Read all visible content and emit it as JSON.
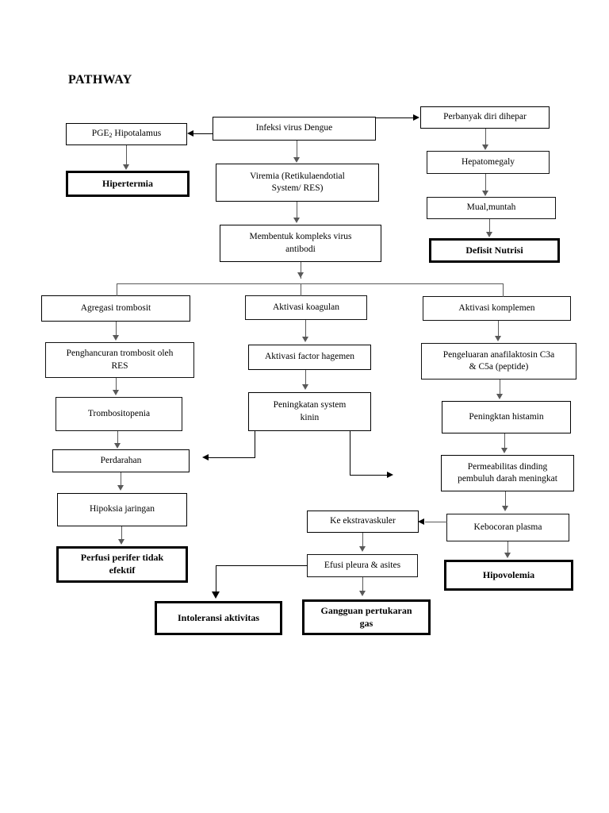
{
  "page": {
    "title": "PATHWAY",
    "background_color": "#ffffff",
    "text_color": "#000000",
    "connector_color": "#595959"
  },
  "diagram": {
    "type": "flowchart",
    "topic": "Dengue virus infection pathway",
    "nodes": [
      {
        "id": "infeksi",
        "label": "Infeksi virus Dengue",
        "emphasis": "medium"
      },
      {
        "id": "pge2",
        "label": "PGE2 Hipotalamus",
        "emphasis": "medium"
      },
      {
        "id": "hipertermia",
        "label": "Hipertermia",
        "emphasis": "bold"
      },
      {
        "id": "viremia",
        "label": "Viremia (Retikulaendotial\nSystem/ RES)",
        "emphasis": "medium"
      },
      {
        "id": "kompleks",
        "label": "Membentuk kompleks virus\nantibodi",
        "emphasis": "medium"
      },
      {
        "id": "perbanyak",
        "label": "Perbanyak diri dihepar",
        "emphasis": "medium"
      },
      {
        "id": "hepatomegaly",
        "label": "Hepatomegaly",
        "emphasis": "thin"
      },
      {
        "id": "mual",
        "label": "Mual,muntah",
        "emphasis": "thin"
      },
      {
        "id": "defisit",
        "label": "Defisit Nutrisi",
        "emphasis": "bold"
      },
      {
        "id": "agregasi",
        "label": "Agregasi trombosit",
        "emphasis": "medium"
      },
      {
        "id": "penghancuran",
        "label": "Penghancuran trombosit oleh\nRES",
        "emphasis": "thin"
      },
      {
        "id": "trombositopenia",
        "label": "Trombositopenia",
        "emphasis": "thin"
      },
      {
        "id": "perdarahan",
        "label": "Perdarahan",
        "emphasis": "medium"
      },
      {
        "id": "hipoksia",
        "label": "Hipoksia jaringan",
        "emphasis": "medium"
      },
      {
        "id": "perfusi",
        "label": "Perfusi perifer tidak\nefektif",
        "emphasis": "bold"
      },
      {
        "id": "koagulan",
        "label": "Aktivasi koagulan",
        "emphasis": "thin"
      },
      {
        "id": "hagemen",
        "label": "Aktivasi factor hagemen",
        "emphasis": "medium"
      },
      {
        "id": "kinin",
        "label": "Peningkatan system\nkinin",
        "emphasis": "medium"
      },
      {
        "id": "komplemen",
        "label": "Aktivasi komplemen",
        "emphasis": "thin"
      },
      {
        "id": "anafilaktosin",
        "label": "Pengeluaran anafilaktosin C3a\n& C5a (peptide)",
        "emphasis": "thin"
      },
      {
        "id": "histamin",
        "label": "Peningktan histamin",
        "emphasis": "medium"
      },
      {
        "id": "permeabilitas",
        "label": "Permeabilitas dinding\npembuluh darah meningkat",
        "emphasis": "medium"
      },
      {
        "id": "kebocoran",
        "label": "Kebocoran plasma",
        "emphasis": "thin"
      },
      {
        "id": "hipovolemia",
        "label": "Hipovolemia",
        "emphasis": "bold"
      },
      {
        "id": "ekstravaskuler",
        "label": "Ke ekstravaskuler",
        "emphasis": "medium"
      },
      {
        "id": "efusi",
        "label": "Efusi pleura & asites",
        "emphasis": "thin"
      },
      {
        "id": "gangguan",
        "label": "Gangguan pertukaran\ngas",
        "emphasis": "bold"
      },
      {
        "id": "intoleransi",
        "label": "Intoleransi aktivitas",
        "emphasis": "bold"
      }
    ],
    "edges": [
      "infeksi -> pge2",
      "pge2 -> hipertermia",
      "infeksi -> viremia",
      "infeksi -> perbanyak",
      "viremia -> kompleks",
      "perbanyak -> hepatomegaly",
      "hepatomegaly -> mual",
      "mual -> defisit",
      "kompleks -> agregasi",
      "kompleks -> koagulan",
      "kompleks -> komplemen",
      "agregasi -> penghancuran",
      "penghancuran -> trombositopenia",
      "trombositopenia -> perdarahan",
      "perdarahan -> hipoksia",
      "hipoksia -> perfusi",
      "koagulan -> hagemen",
      "hagemen -> kinin",
      "kinin -> left-outlet",
      "kinin -> right-outlet",
      "komplemen -> anafilaktosin",
      "anafilaktosin -> histamin",
      "histamin -> permeabilitas",
      "permeabilitas -> kebocoran",
      "kebocoran -> hipovolemia",
      "kebocoran -> ekstravaskuler",
      "ekstravaskuler -> efusi",
      "efusi -> gangguan",
      "efusi -> intoleransi"
    ]
  }
}
